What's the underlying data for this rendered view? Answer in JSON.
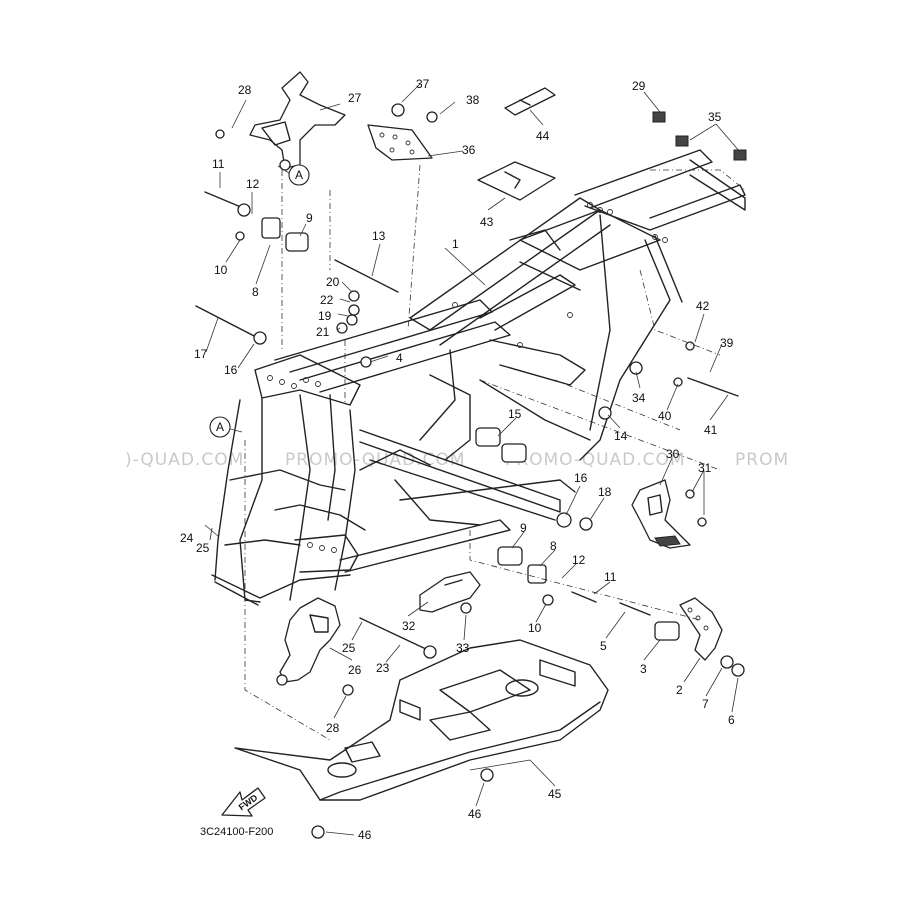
{
  "diagram": {
    "code": "3C24100-F200",
    "watermark_text": "PROMO-QUAD.COM",
    "watermark_segments": [
      ")-QUAD.COM",
      "PROMO-QUAD.COM",
      "PROMO-QUAD.COM",
      "PROM"
    ],
    "fwd_label": "FWD",
    "ref_marker": "A",
    "callouts": [
      "1",
      "2",
      "3",
      "4",
      "5",
      "6",
      "7",
      "8",
      "9",
      "10",
      "11",
      "12",
      "13",
      "14",
      "15",
      "16",
      "17",
      "18",
      "19",
      "20",
      "21",
      "22",
      "23",
      "24",
      "25",
      "26",
      "27",
      "28",
      "29",
      "30",
      "31",
      "32",
      "33",
      "34",
      "35",
      "36",
      "37",
      "38",
      "39",
      "40",
      "41",
      "42",
      "43",
      "44",
      "45",
      "46"
    ]
  }
}
